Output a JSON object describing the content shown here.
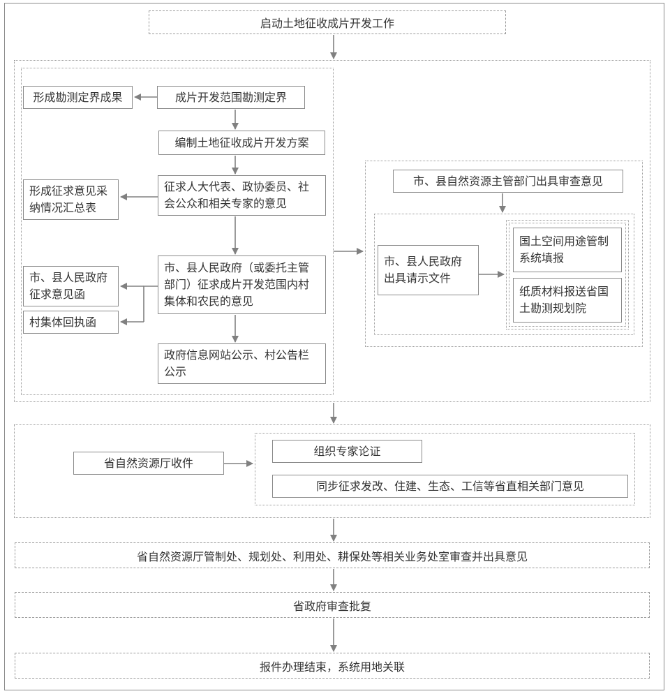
{
  "start": "启动土地征收成片开发工作",
  "stage1": {
    "survey": "成片开发范围勘测定界",
    "survey_result": "形成勘测定界成果",
    "plan": "编制土地征收成片开发方案",
    "solicit": "征求人大代表、政协委员、社会公众和相关专家的意见",
    "solicit_result": "形成征求意见采纳情况汇总表",
    "villager": "市、县人民政府（或委托主管部门）征求成片开发范围内村集体和农民的意见",
    "gov_letter": "市、县人民政府征求意见函",
    "village_receipt": "村集体回执函",
    "publicity": "政府信息网站公示、村公告栏公示"
  },
  "stage1_right": {
    "review_opinion": "市、县自然资源主管部门出具审查意见",
    "request_doc": "市、县人民政府出具请示文件",
    "system_report": "国土空间用途管制系统填报",
    "paper_submit": "纸质材料报送省国土勘测规划院"
  },
  "stage2": {
    "receive": "省自然资源厅收件",
    "expert": "组织专家论证",
    "sync": "同步征求发改、住建、生态、工信等省直相关部门意见"
  },
  "stage3": "省自然资源厅管制处、规划处、利用处、耕保处等相关业务处室审查并出具意见",
  "stage4": "省政府审查批复",
  "end": "报件办理结束，系统用地关联"
}
